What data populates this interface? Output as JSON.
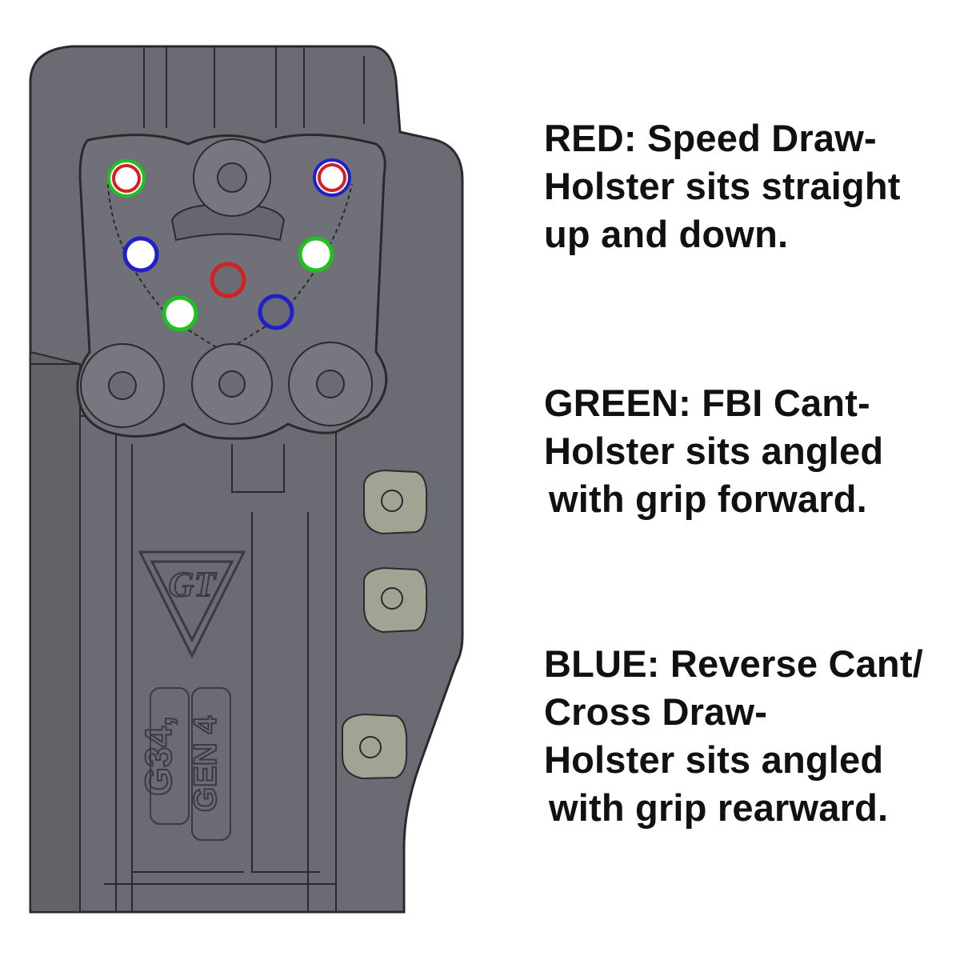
{
  "colors": {
    "red": "#d42020",
    "green": "#1fc01f",
    "blue": "#2020c8",
    "holster_body": "#6b6b73",
    "holster_shadow": "#55555d",
    "screw_plate": "#a3a394",
    "outline": "#2a2a2e",
    "background": "#ffffff"
  },
  "diagram": {
    "emblem_text": "GT",
    "model_text_1": "G34,",
    "model_text_2": "GEN 4"
  },
  "legend": [
    {
      "color_key": "red",
      "lines": [
        "RED: Speed Draw-",
        "Holster sits straight",
        "up and down."
      ]
    },
    {
      "color_key": "green",
      "lines": [
        "GREEN: FBI Cant-",
        "Holster sits angled",
        "with grip forward."
      ]
    },
    {
      "color_key": "blue",
      "lines": [
        "BLUE: Reverse Cant/",
        "Cross Draw-",
        "Holster sits angled",
        "with grip rearward."
      ]
    }
  ]
}
